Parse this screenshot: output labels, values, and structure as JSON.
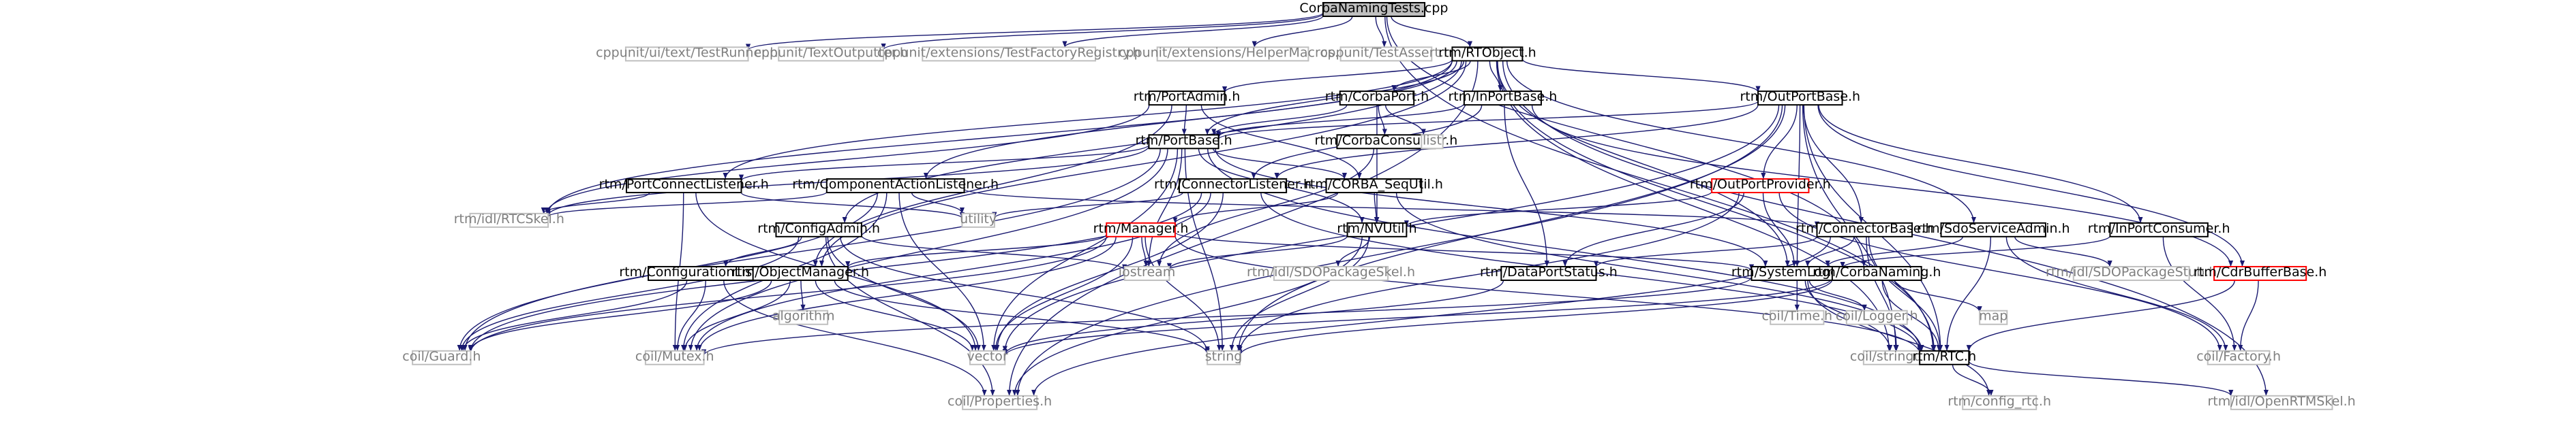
{
  "diagram": {
    "colors": {
      "edge": "#191970",
      "node_border": "#000000",
      "node_border_external": "#bfbfbf",
      "node_border_highlight": "#ff0000",
      "node_fill": "#ffffff",
      "root_fill": "#bfbfbf",
      "text": "#000000",
      "text_external": "#7f7f7f"
    },
    "nodes": [
      {
        "id": "root",
        "label": "CorbaNamingTests.cpp",
        "kind": "root"
      },
      {
        "id": "testrunner",
        "label": "cppunit/ui/text/TestRunner.h",
        "kind": "external"
      },
      {
        "id": "textoutputter",
        "label": "cppunit/TextOutputter.h",
        "kind": "external"
      },
      {
        "id": "testfactory",
        "label": "cppunit/extensions/TestFactoryRegistry.h",
        "kind": "external"
      },
      {
        "id": "helpermacros",
        "label": "cppunit/extensions/HelperMacros.h",
        "kind": "external"
      },
      {
        "id": "testassert",
        "label": "cppunit/TestAssert.h",
        "kind": "external"
      },
      {
        "id": "rtobject",
        "label": "rtm/RTObject.h",
        "kind": "internal"
      },
      {
        "id": "portadmin",
        "label": "rtm/PortAdmin.h",
        "kind": "internal"
      },
      {
        "id": "corbaport",
        "label": "rtm/CorbaPort.h",
        "kind": "internal"
      },
      {
        "id": "inportbase",
        "label": "rtm/InPortBase.h",
        "kind": "internal"
      },
      {
        "id": "outportbase",
        "label": "rtm/OutPortBase.h",
        "kind": "internal"
      },
      {
        "id": "portbase",
        "label": "rtm/PortBase.h",
        "kind": "internal"
      },
      {
        "id": "corbaconsumer",
        "label": "rtm/CorbaConsumer.h",
        "kind": "internal"
      },
      {
        "id": "list",
        "label": "list",
        "kind": "external"
      },
      {
        "id": "portconnectlistener",
        "label": "rtm/PortConnectListener.h",
        "kind": "internal"
      },
      {
        "id": "compactionlistener",
        "label": "rtm/ComponentActionListener.h",
        "kind": "internal"
      },
      {
        "id": "connectorlistener",
        "label": "rtm/ConnectorListener.h",
        "kind": "internal"
      },
      {
        "id": "corbasequtil",
        "label": "rtm/CORBA_SeqUtil.h",
        "kind": "internal"
      },
      {
        "id": "outportprovider",
        "label": "rtm/OutPortProvider.h",
        "kind": "highlight"
      },
      {
        "id": "rtcskel",
        "label": "rtm/idl/RTCSkel.h",
        "kind": "external"
      },
      {
        "id": "configadmin",
        "label": "rtm/ConfigAdmin.h",
        "kind": "internal"
      },
      {
        "id": "utility",
        "label": "utility",
        "kind": "external"
      },
      {
        "id": "manager",
        "label": "rtm/Manager.h",
        "kind": "highlight"
      },
      {
        "id": "nvutil",
        "label": "rtm/NVUtil.h",
        "kind": "internal"
      },
      {
        "id": "connectorbase",
        "label": "rtm/ConnectorBase.h",
        "kind": "internal"
      },
      {
        "id": "inportconsumer",
        "label": "rtm/InPortConsumer.h",
        "kind": "internal"
      },
      {
        "id": "sdoserviceadmin",
        "label": "rtm/SdoServiceAdmin.h",
        "kind": "internal"
      },
      {
        "id": "configlistener",
        "label": "rtm/ConfigurationListener.h",
        "kind": "internal"
      },
      {
        "id": "objectmanager",
        "label": "rtm/ObjectManager.h",
        "kind": "internal"
      },
      {
        "id": "iostream",
        "label": "iostream",
        "kind": "external"
      },
      {
        "id": "sdopackageskel",
        "label": "rtm/idl/SDOPackageSkel.h",
        "kind": "external"
      },
      {
        "id": "dataportstatus",
        "label": "rtm/DataPortStatus.h",
        "kind": "internal"
      },
      {
        "id": "systemlogger",
        "label": "rtm/SystemLogger.h",
        "kind": "internal"
      },
      {
        "id": "corbanaming",
        "label": "rtm/CorbaNaming.h",
        "kind": "internal"
      },
      {
        "id": "sdopackagestub",
        "label": "rtm/idl/SDOPackageStub.h",
        "kind": "external"
      },
      {
        "id": "cdrbufferbase",
        "label": "rtm/CdrBufferBase.h",
        "kind": "highlight"
      },
      {
        "id": "algorithm",
        "label": "algorithm",
        "kind": "external"
      },
      {
        "id": "guard",
        "label": "coil/Guard.h",
        "kind": "external"
      },
      {
        "id": "mutex",
        "label": "coil/Mutex.h",
        "kind": "external"
      },
      {
        "id": "vector",
        "label": "vector",
        "kind": "external"
      },
      {
        "id": "string",
        "label": "string",
        "kind": "external"
      },
      {
        "id": "coiltime",
        "label": "coil/Time.h",
        "kind": "external"
      },
      {
        "id": "coillogger",
        "label": "coil/Logger.h",
        "kind": "external"
      },
      {
        "id": "stringutil",
        "label": "coil/stringutil.h",
        "kind": "external"
      },
      {
        "id": "map",
        "label": "map",
        "kind": "external"
      },
      {
        "id": "rtch",
        "label": "rtm/RTC.h",
        "kind": "internal"
      },
      {
        "id": "factory",
        "label": "coil/Factory.h",
        "kind": "external"
      },
      {
        "id": "properties",
        "label": "coil/Properties.h",
        "kind": "external"
      },
      {
        "id": "configrtc",
        "label": "rtm/config_rtc.h",
        "kind": "external"
      },
      {
        "id": "openrtmskel",
        "label": "rtm/idl/OpenRTMSkel.h",
        "kind": "external"
      }
    ],
    "edges": [
      [
        "root",
        "testrunner"
      ],
      [
        "root",
        "textoutputter"
      ],
      [
        "root",
        "testfactory"
      ],
      [
        "root",
        "helpermacros"
      ],
      [
        "root",
        "testassert"
      ],
      [
        "root",
        "rtobject"
      ],
      [
        "root",
        "corbanaming"
      ],
      [
        "root",
        "rtch"
      ],
      [
        "rtobject",
        "portadmin"
      ],
      [
        "rtobject",
        "corbaport"
      ],
      [
        "rtobject",
        "inportbase"
      ],
      [
        "rtobject",
        "outportbase"
      ],
      [
        "rtobject",
        "portbase"
      ],
      [
        "rtobject",
        "portconnectlistener"
      ],
      [
        "rtobject",
        "compactionlistener"
      ],
      [
        "rtobject",
        "configadmin"
      ],
      [
        "rtobject",
        "sdoserviceadmin"
      ],
      [
        "rtobject",
        "systemlogger"
      ],
      [
        "rtobject",
        "rtcskel"
      ],
      [
        "rtobject",
        "properties"
      ],
      [
        "rtobject",
        "rtch"
      ],
      [
        "rtobject",
        "openrtmskel"
      ],
      [
        "rtobject",
        "objectmanager"
      ],
      [
        "rtobject",
        "stringutil"
      ],
      [
        "portadmin",
        "portbase"
      ],
      [
        "portadmin",
        "objectmanager"
      ],
      [
        "portadmin",
        "rtcskel"
      ],
      [
        "portadmin",
        "corbasequtil"
      ],
      [
        "corbaport",
        "portbase"
      ],
      [
        "corbaport",
        "corbaconsumer"
      ],
      [
        "corbaport",
        "list"
      ],
      [
        "corbaport",
        "nvutil"
      ],
      [
        "inportbase",
        "portbase"
      ],
      [
        "inportbase",
        "connectorlistener"
      ],
      [
        "inportbase",
        "dataportstatus"
      ],
      [
        "inportbase",
        "cdrbufferbase"
      ],
      [
        "outportbase",
        "portbase"
      ],
      [
        "outportbase",
        "outportprovider"
      ],
      [
        "outportbase",
        "connectorlistener"
      ],
      [
        "outportbase",
        "connectorbase"
      ],
      [
        "outportbase",
        "inportconsumer"
      ],
      [
        "outportbase",
        "systemlogger"
      ],
      [
        "outportbase",
        "cdrbufferbase"
      ],
      [
        "outportbase",
        "vector"
      ],
      [
        "outportbase",
        "string"
      ],
      [
        "outportbase",
        "properties"
      ],
      [
        "outportbase",
        "rtch"
      ],
      [
        "outportbase",
        "stringutil"
      ],
      [
        "portbase",
        "portconnectlistener"
      ],
      [
        "portbase",
        "corbasequtil"
      ],
      [
        "portbase",
        "nvutil"
      ],
      [
        "portbase",
        "systemlogger"
      ],
      [
        "portbase",
        "rtcskel"
      ],
      [
        "portbase",
        "guard"
      ],
      [
        "portbase",
        "mutex"
      ],
      [
        "portbase",
        "iostream"
      ],
      [
        "portbase",
        "vector"
      ],
      [
        "portbase",
        "string"
      ],
      [
        "portbase",
        "rtch"
      ],
      [
        "corbaconsumer",
        "iostream"
      ],
      [
        "portconnectlistener",
        "rtcskel"
      ],
      [
        "portconnectlistener",
        "utility"
      ],
      [
        "portconnectlistener",
        "mutex"
      ],
      [
        "portconnectlistener",
        "vector"
      ],
      [
        "compactionlistener",
        "rtcskel"
      ],
      [
        "compactionlistener",
        "utility"
      ],
      [
        "compactionlistener",
        "guard"
      ],
      [
        "compactionlistener",
        "mutex"
      ],
      [
        "compactionlistener",
        "vector"
      ],
      [
        "compactionlistener",
        "connectorbase"
      ],
      [
        "connectorlistener",
        "utility"
      ],
      [
        "connectorlistener",
        "guard"
      ],
      [
        "connectorlistener",
        "mutex"
      ],
      [
        "connectorlistener",
        "vector"
      ],
      [
        "connectorlistener",
        "rtch"
      ],
      [
        "corbasequtil",
        "manager"
      ],
      [
        "corbasequtil",
        "nvutil"
      ],
      [
        "corbasequtil",
        "rtch"
      ],
      [
        "outportprovider",
        "nvutil"
      ],
      [
        "outportprovider",
        "dataportstatus"
      ],
      [
        "outportprovider",
        "systemlogger"
      ],
      [
        "outportprovider",
        "factory"
      ],
      [
        "outportprovider",
        "string"
      ],
      [
        "configadmin",
        "configlistener"
      ],
      [
        "configadmin",
        "iostream"
      ],
      [
        "configadmin",
        "vector"
      ],
      [
        "configadmin",
        "string"
      ],
      [
        "configadmin",
        "guard"
      ],
      [
        "configadmin",
        "properties"
      ],
      [
        "manager",
        "iostream"
      ],
      [
        "manager",
        "objectmanager"
      ],
      [
        "manager",
        "systemlogger"
      ],
      [
        "manager",
        "vector"
      ],
      [
        "manager",
        "string"
      ],
      [
        "manager",
        "mutex"
      ],
      [
        "manager",
        "guard"
      ],
      [
        "manager",
        "rtch"
      ],
      [
        "nvutil",
        "sdopackageskel"
      ],
      [
        "nvutil",
        "iostream"
      ],
      [
        "nvutil",
        "string"
      ],
      [
        "nvutil",
        "properties"
      ],
      [
        "connectorbase",
        "dataportstatus"
      ],
      [
        "connectorbase",
        "systemlogger"
      ],
      [
        "connectorbase",
        "stringutil"
      ],
      [
        "connectorbase",
        "rtch"
      ],
      [
        "connectorbase",
        "properties"
      ],
      [
        "inportconsumer",
        "systemlogger"
      ],
      [
        "inportconsumer",
        "factory"
      ],
      [
        "sdoserviceadmin",
        "sdopackagestub"
      ],
      [
        "sdoserviceadmin",
        "systemlogger"
      ],
      [
        "sdoserviceadmin",
        "factory"
      ],
      [
        "sdoserviceadmin",
        "rtch"
      ],
      [
        "configlistener",
        "guard"
      ],
      [
        "configlistener",
        "mutex"
      ],
      [
        "configlistener",
        "properties"
      ],
      [
        "objectmanager",
        "algorithm"
      ],
      [
        "objectmanager",
        "guard"
      ],
      [
        "objectmanager",
        "mutex"
      ],
      [
        "objectmanager",
        "vector"
      ],
      [
        "objectmanager",
        "string"
      ],
      [
        "dataportstatus",
        "vector"
      ],
      [
        "systemlogger",
        "coiltime"
      ],
      [
        "systemlogger",
        "coillogger"
      ],
      [
        "systemlogger",
        "stringutil"
      ],
      [
        "systemlogger",
        "mutex"
      ],
      [
        "systemlogger",
        "configrtc"
      ],
      [
        "corbanaming",
        "map"
      ],
      [
        "corbanaming",
        "string"
      ],
      [
        "corbanaming",
        "vector"
      ],
      [
        "corbanaming",
        "rtch"
      ],
      [
        "cdrbufferbase",
        "factory"
      ],
      [
        "cdrbufferbase",
        "rtch"
      ],
      [
        "rtch",
        "configrtc"
      ],
      [
        "rtch",
        "openrtmskel"
      ]
    ]
  }
}
